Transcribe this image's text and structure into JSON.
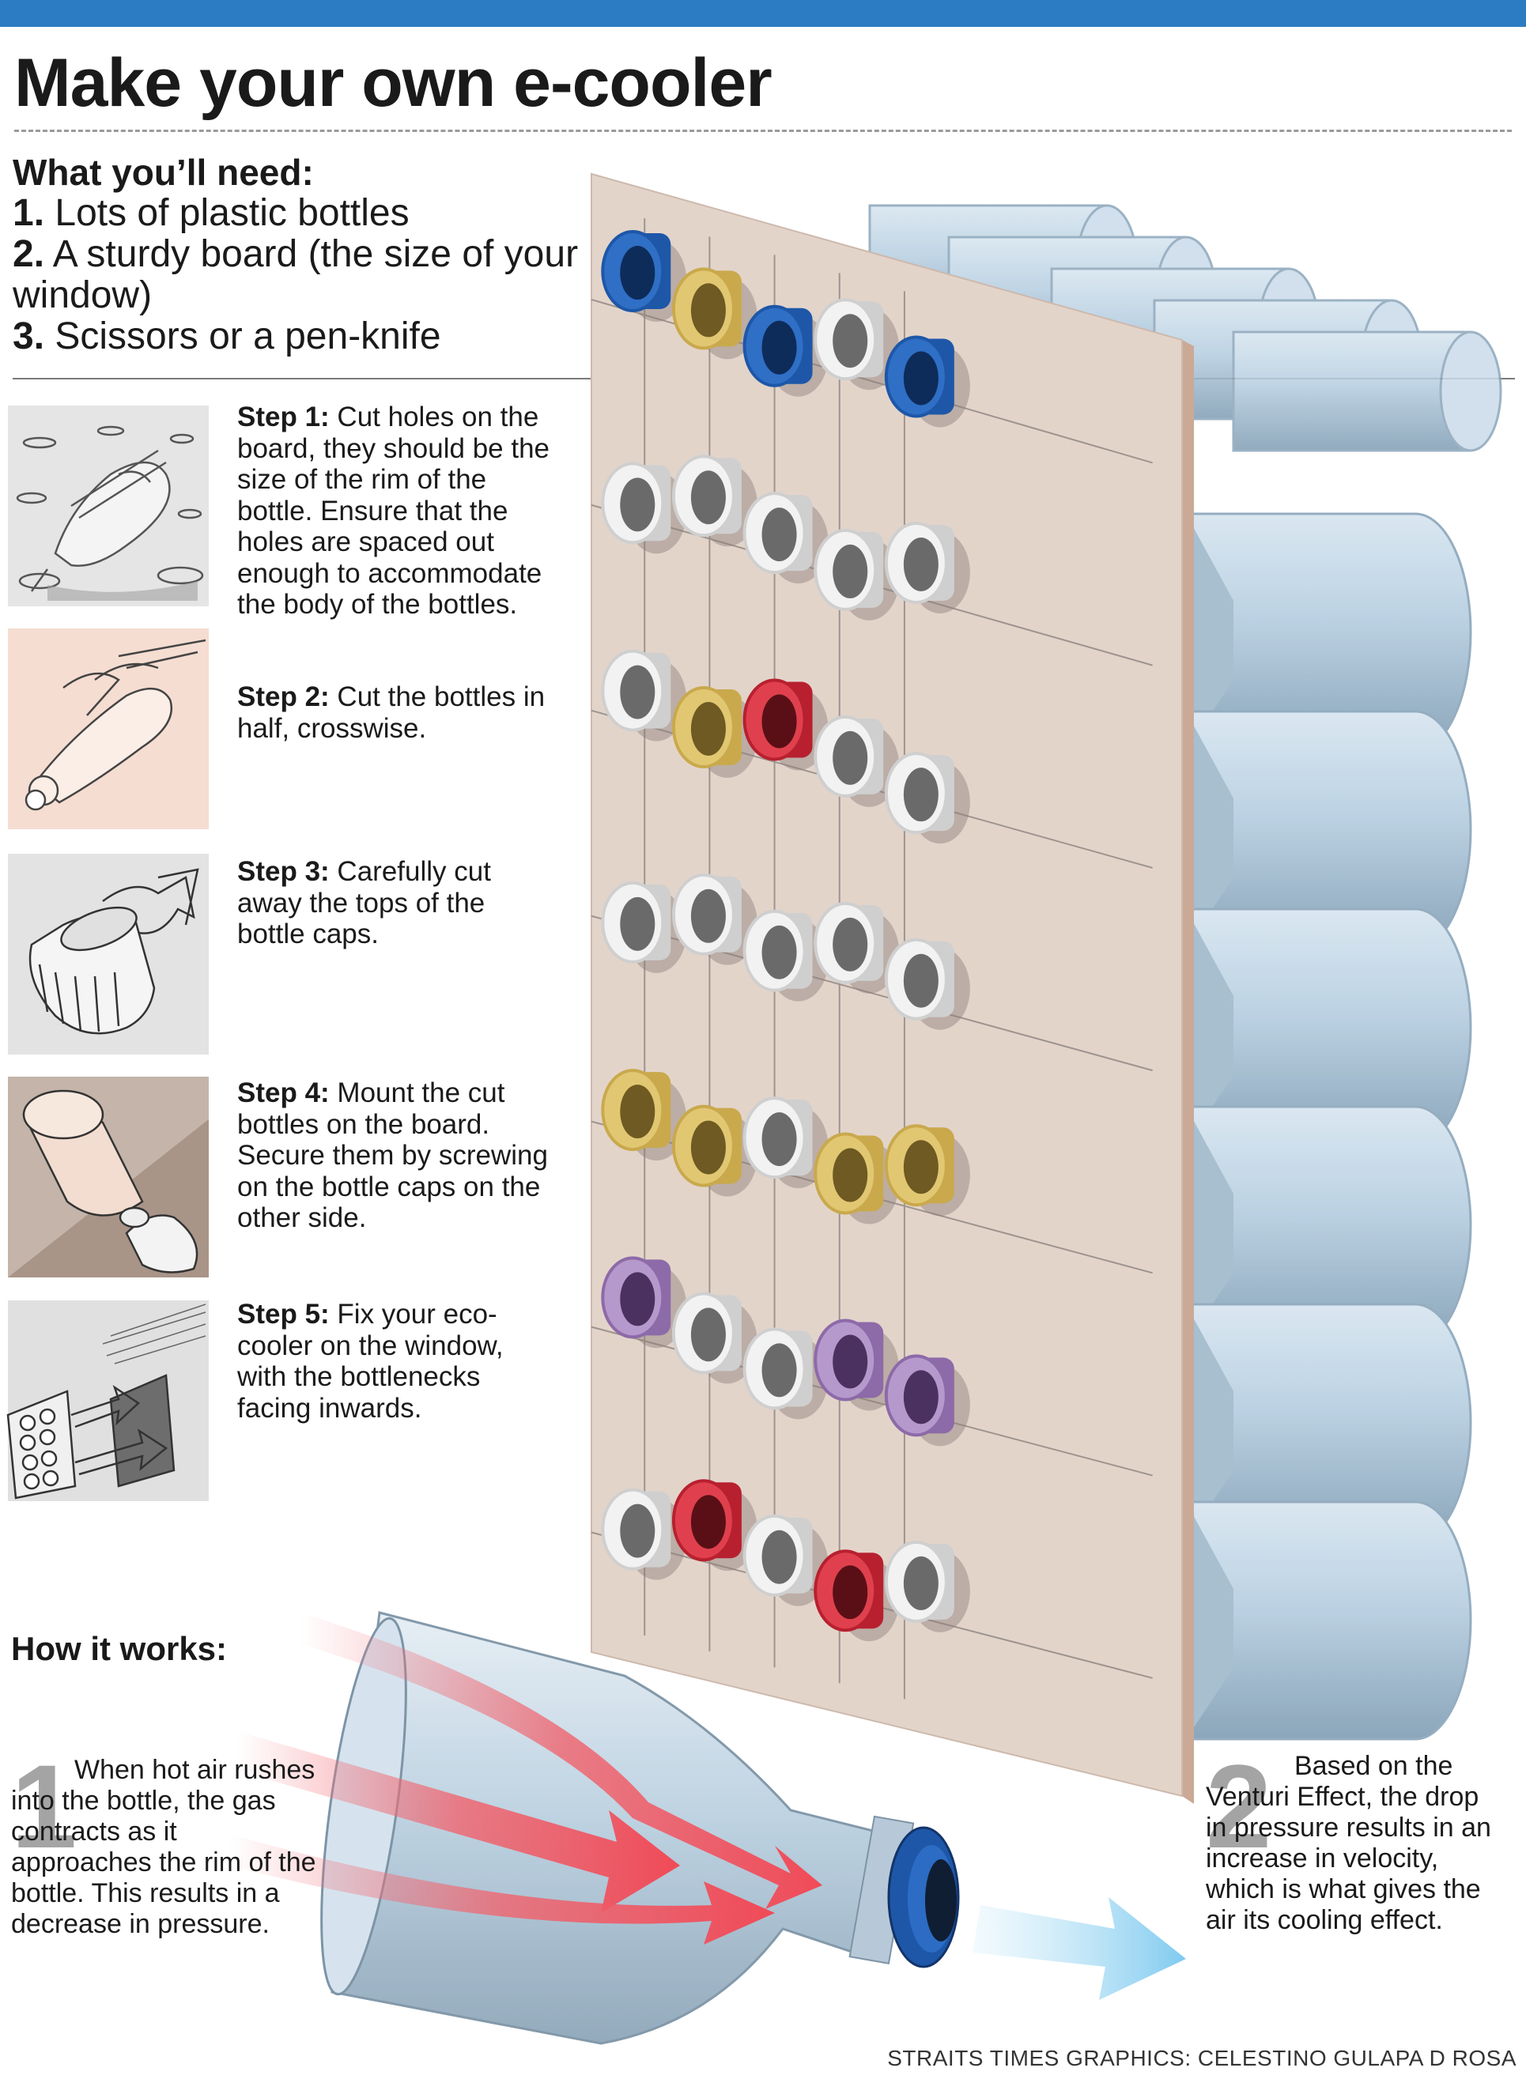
{
  "colors": {
    "accent_bar": "#2b7cc2",
    "board": "#e3d4ca",
    "bottle": "#a9c6dd",
    "hot_air": "#f0646e",
    "cool_air": "#8fd0ef"
  },
  "title": "Make your own e-cooler",
  "needs": {
    "heading": "What you’ll need:",
    "items": [
      {
        "num": "1.",
        "text": " Lots of plastic bottles"
      },
      {
        "num": "2.",
        "text": " A sturdy board (the size of your window)"
      },
      {
        "num": "3.",
        "text": " Scissors or a pen-knife"
      }
    ]
  },
  "steps": [
    {
      "label": "Step 1:",
      "text": " Cut holes on the board, they should be the size of the rim of the bottle. Ensure that the holes are spaced out enough to accommodate the body of the bottles."
    },
    {
      "label": "Step 2:",
      "text": " Cut the bottles in half, crosswise."
    },
    {
      "label": "Step 3:",
      "text": " Carefully cut away the tops of the bottle caps."
    },
    {
      "label": "Step 4:",
      "text": " Mount the cut bottles on the board. Secure them by screwing on the bottle caps on the other side."
    },
    {
      "label": "Step 5:",
      "text": " Fix your eco-cooler on the window, with the bottlenecks facing inwards."
    }
  ],
  "how": {
    "title": "How it works:",
    "one": {
      "num": "1",
      "text": "When hot air rushes into the bottle, the gas contracts as it approaches the rim of the bottle. This results in a decrease in pressure."
    },
    "two": {
      "num": "2",
      "text": "Based on the Venturi Effect, the drop in pressure results in an increase in velocity, which is what gives the air its cooling effect."
    }
  },
  "credit": "STRAITS TIMES GRAPHICS: CELESTINO GULAPA D ROSA",
  "caps": [
    [
      "blue",
      "gold",
      "blue",
      "white",
      "blue"
    ],
    [
      "white",
      "white",
      "white",
      "white",
      "white"
    ],
    [
      "white",
      "gold",
      "red",
      "white",
      "white"
    ],
    [
      "white",
      "white",
      "white",
      "white",
      "white"
    ],
    [
      "gold",
      "gold",
      "white",
      "gold",
      "gold"
    ],
    [
      "purple",
      "white",
      "white",
      "purple",
      "purple"
    ],
    [
      "white",
      "red",
      "white",
      "red",
      "white"
    ]
  ]
}
